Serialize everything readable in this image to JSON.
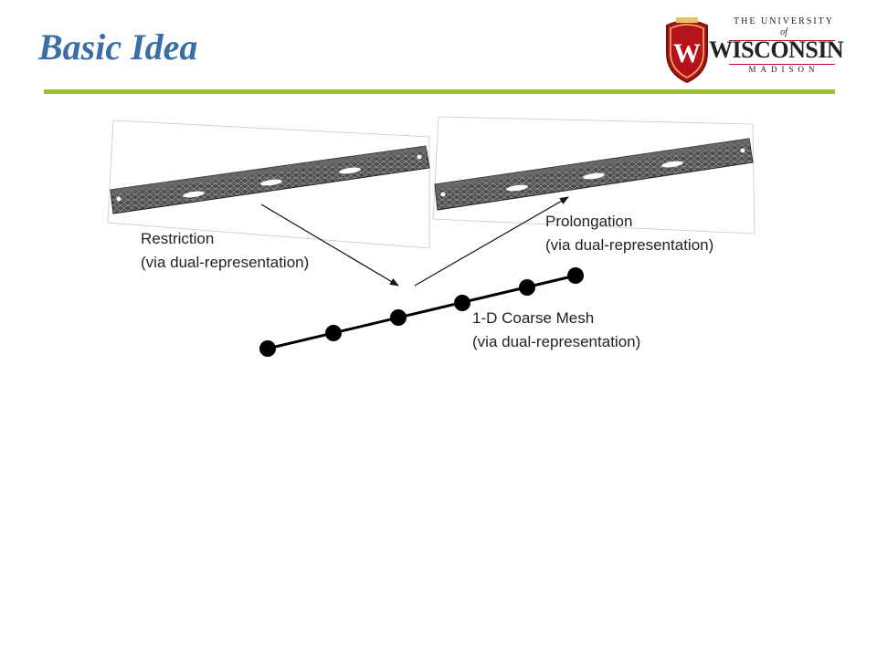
{
  "slide": {
    "title": "Basic Idea"
  },
  "logo": {
    "line1": "THE UNIVERSITY",
    "line2": "of",
    "line3": "WISCONSIN",
    "line4": "MADISON",
    "colors": {
      "shield": "#b5121b",
      "text": "#222222"
    }
  },
  "labels": {
    "restriction": {
      "title": "Restriction",
      "sub": "(via dual-representation)"
    },
    "prolongation": {
      "title": "Prolongation",
      "sub": "(via dual-representation)"
    },
    "coarse_mesh": {
      "title": "1-D Coarse Mesh",
      "sub": "(via dual-representation)"
    }
  },
  "colors": {
    "title": "#3a6ea5",
    "rule": "#99c13a",
    "mesh": "#3c3c3c"
  }
}
